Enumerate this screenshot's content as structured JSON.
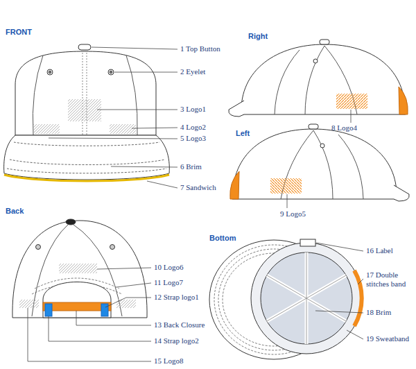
{
  "diagram": {
    "labels": [
      "FRONT",
      "1 Top Button",
      "2 Eyelet",
      "3 Logo1",
      "4 Logo2",
      "5 Logo3",
      "6 Brim",
      "7 Sandwich",
      "Right",
      "8 Logo4",
      "Left",
      "9 Logo5",
      "Back",
      "10 Logo6",
      "11 Logo7",
      "12 Strap logo1",
      "13 Back Closure",
      "14 Strap logo2",
      "15 Logo8",
      "Bottom",
      "16 Label",
      "17 Double stitches band",
      "18 Brim",
      "19 Sweatband"
    ]
  }
}
